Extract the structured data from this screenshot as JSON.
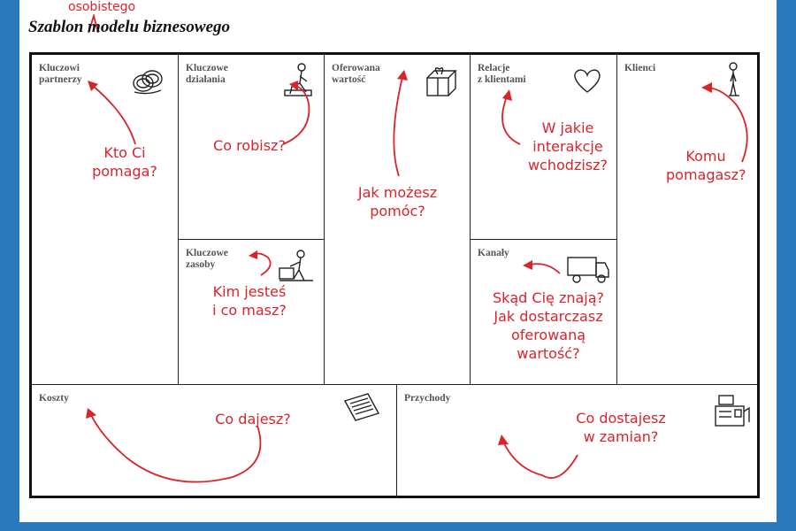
{
  "header": {
    "inserted_word": "osobistego",
    "title": "Szablon modelu biznesowego"
  },
  "blocks": {
    "partners": {
      "label": "Kluczowi\npartnerzy",
      "question": "Kto Ci\npomaga?",
      "icon": "rings-icon"
    },
    "activities": {
      "label": "Kluczowe\ndziałania",
      "question": "Co robisz?",
      "icon": "worker-kneeling-icon"
    },
    "value": {
      "label": "Oferowana\nwartość",
      "question": "Jak możesz\npomóc?",
      "icon": "gift-icon"
    },
    "relationships": {
      "label": "Relacje\nz klientami",
      "question": "W jakie\ninterakcje\nwchodzisz?",
      "icon": "heart-icon"
    },
    "customers": {
      "label": "Klienci",
      "question": "Komu\npomagasz?",
      "icon": "person-icon"
    },
    "resources": {
      "label": "Kluczowe\nzasoby",
      "question": "Kim jesteś\ni co masz?",
      "icon": "worker-lifting-icon"
    },
    "channels": {
      "label": "Kanały",
      "question": "Skąd Cię znają?\nJak dostarczasz\noferowaną\nwartość?",
      "icon": "truck-icon"
    },
    "costs": {
      "label": "Koszty",
      "question": "Co dajesz?",
      "icon": "invoice-icon"
    },
    "revenue": {
      "label": "Przychody",
      "question": "Co dostajesz\nw zamian?",
      "icon": "cash-register-icon"
    }
  },
  "colors": {
    "frame": "#2a79bd",
    "annotation": "#d8242b",
    "label": "#555555"
  }
}
